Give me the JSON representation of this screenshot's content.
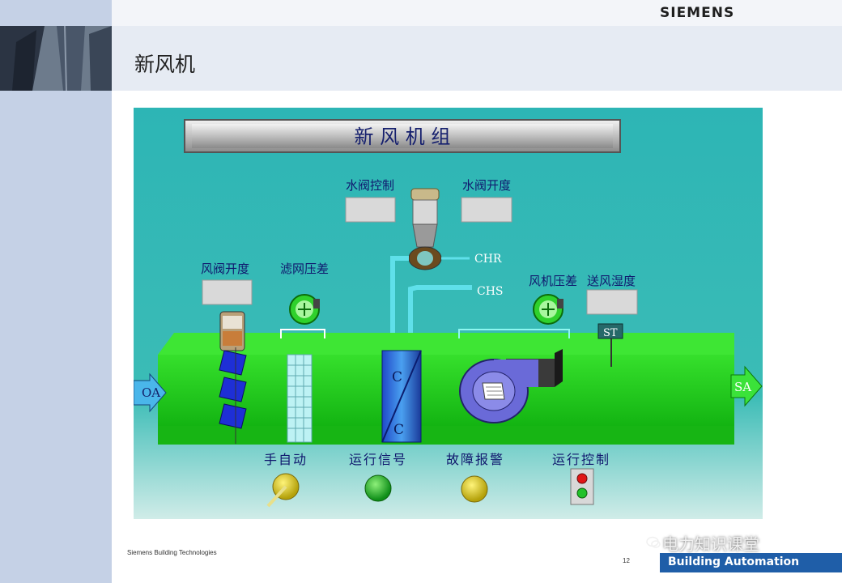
{
  "header": {
    "brand": "SIEMENS",
    "title": "新风机"
  },
  "diagram": {
    "title": "新 风 机 组",
    "labels": {
      "water_valve_control": "水阀控制",
      "water_valve_open": "水阀开度",
      "damper_open": "风阀开度",
      "filter_dp": "滤网压差",
      "fan_dp": "风机压差",
      "supply_temp": "送风湿度",
      "chr": "CHR",
      "chs": "CHS",
      "oa": "OA",
      "sa": "SA",
      "st": "ST",
      "coil_c1": "C",
      "coil_c2": "C"
    },
    "status": {
      "manual_auto": "手自动",
      "run_signal": "运行信号",
      "fault_alarm": "故障报警",
      "run_control": "运行控制"
    },
    "colors": {
      "panel": "#23b3b3",
      "duct": "#22d41c",
      "lamp_green": "#22c12a",
      "lamp_yellow": "#e8d61e",
      "lamp_red": "#e01515"
    }
  },
  "footer": {
    "company": "Siemens  Building  Technologies",
    "page": "12",
    "banner": "Building Automation",
    "watermark": "电力知识课堂"
  }
}
